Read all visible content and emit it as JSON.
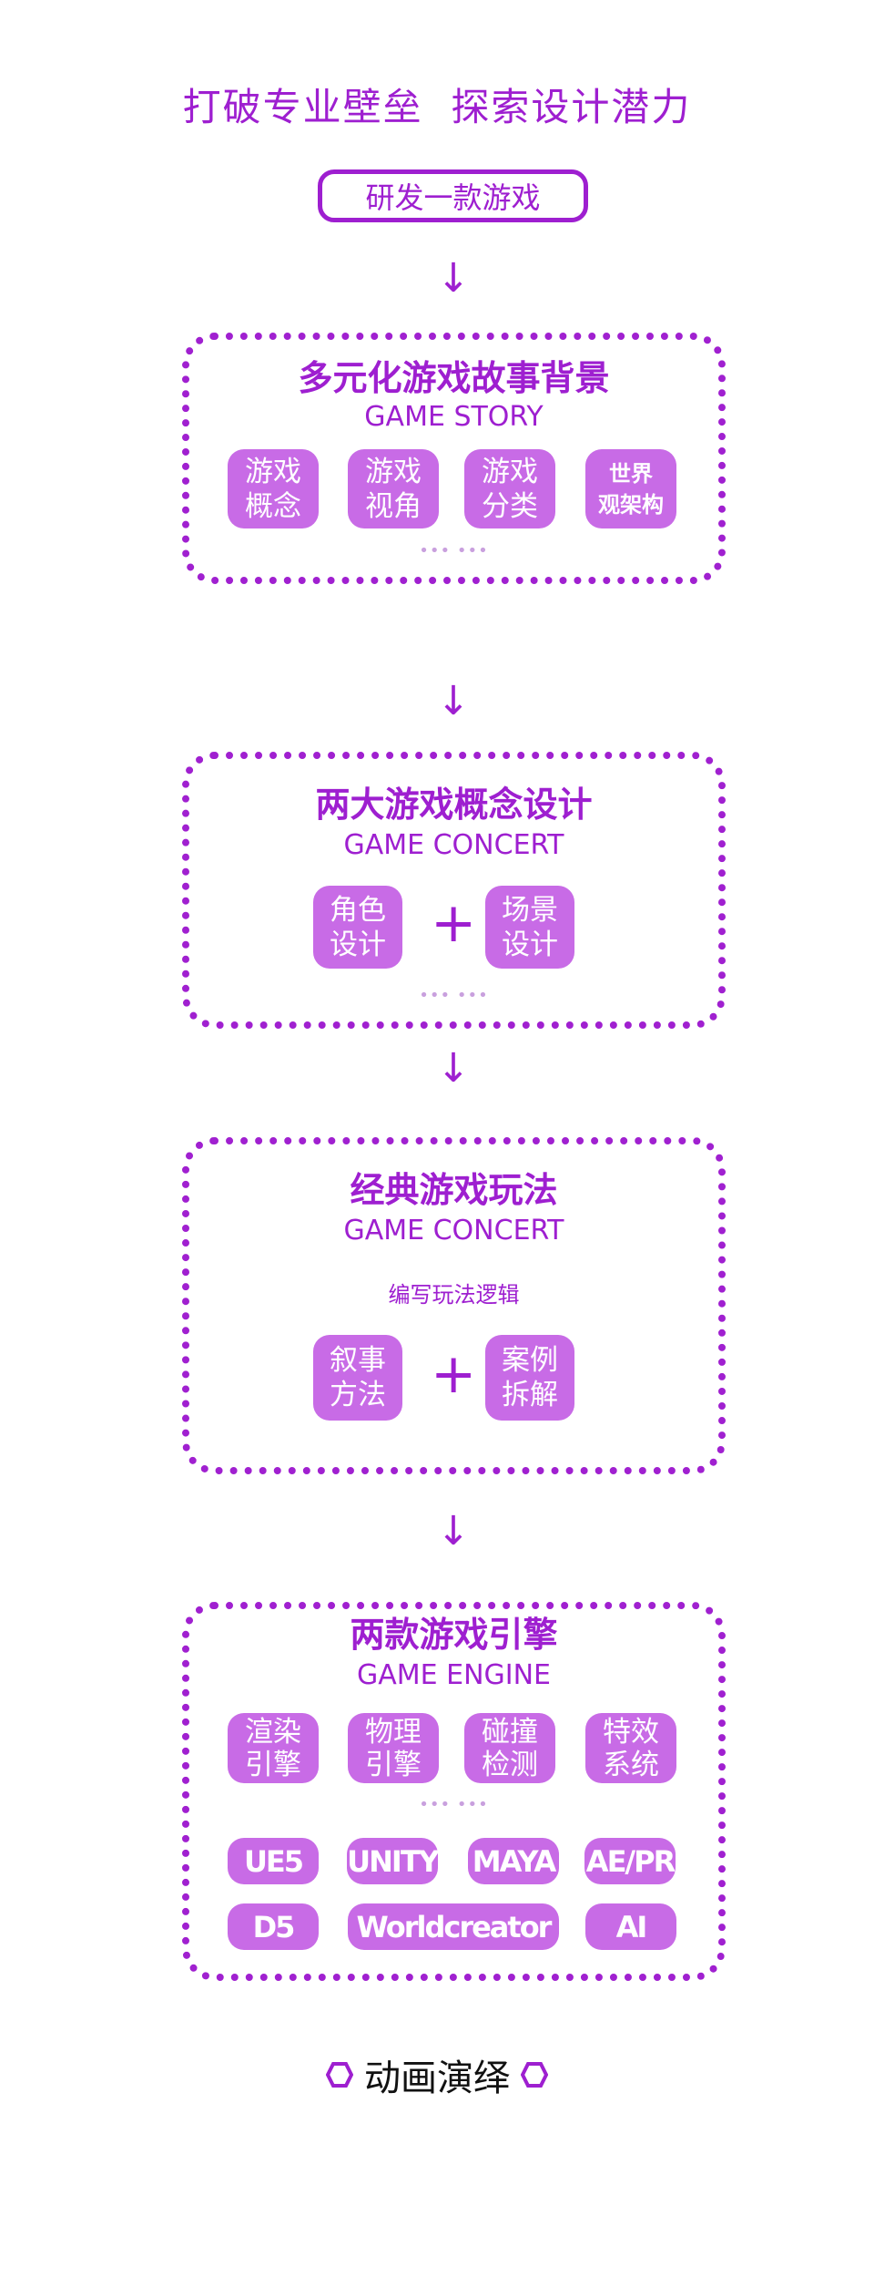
{
  "header": {
    "title": "打破专业壁垒  探索设计潜力",
    "pill": "研发一款游戏"
  },
  "sections": [
    {
      "title": "多元化游戏故事背景",
      "subtitle": "GAME STORY",
      "tiles": [
        [
          "游戏",
          "概念"
        ],
        [
          "游戏",
          "视角"
        ],
        [
          "游戏",
          "分类"
        ],
        [
          "世界",
          "观架构"
        ]
      ],
      "more": "••• •••"
    },
    {
      "title": "两大游戏概念设计",
      "subtitle": "GAME CONCERT",
      "tiles": [
        [
          "角色",
          "设计"
        ],
        [
          "场景",
          "设计"
        ]
      ],
      "plus": "+",
      "more": "••• •••"
    },
    {
      "title": "经典游戏玩法",
      "subtitle": "GAME CONCERT",
      "note": "编写玩法逻辑",
      "tiles": [
        [
          "叙事",
          "方法"
        ],
        [
          "案例",
          "拆解"
        ]
      ],
      "plus": "+"
    },
    {
      "title": "两款游戏引擎",
      "subtitle": "GAME ENGINE",
      "tiles": [
        [
          "渲染",
          "引擎"
        ],
        [
          "物理",
          "引擎"
        ],
        [
          "碰撞",
          "检测"
        ],
        [
          "特效",
          "系统"
        ]
      ],
      "more": "••• •••",
      "software": [
        "UE5",
        "UNITY",
        "MAYA",
        "AE/PR",
        "D5",
        "Worldcreator",
        "AI"
      ]
    }
  ],
  "arrow": "↓",
  "footer": {
    "label": "动画演绎"
  }
}
